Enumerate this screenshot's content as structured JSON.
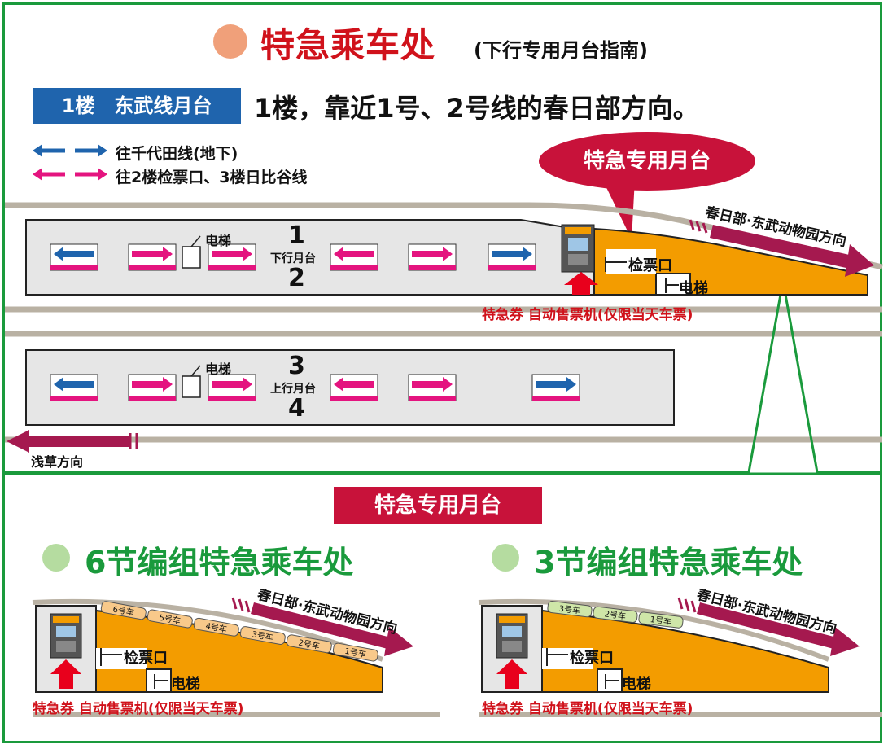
{
  "header": {
    "title": "特急乘车处",
    "subtitle": "(下行专用月台指南)",
    "circle_color": "#f0a07a"
  },
  "floor": {
    "tag": "1楼　东武线月台",
    "description": "1楼，靠近1号、2号线的春日部方向。"
  },
  "legend": {
    "blue_text": "往千代田线(地下)",
    "pink_text": "往2楼检票口、3楼日比谷线",
    "blue_color": "#1f64ad",
    "pink_color": "#e4147f"
  },
  "callout": {
    "label": "特急专用月台"
  },
  "top_diagram": {
    "direction_kasukabe": "春日部·东武动物园方向",
    "direction_asakusa": "浅草方向",
    "platform_a": {
      "num_top": "1",
      "label": "下行月台",
      "num_bottom": "2",
      "elevator": "电梯"
    },
    "platform_b": {
      "num_top": "3",
      "label": "上行月台",
      "num_bottom": "4",
      "elevator": "电梯"
    },
    "ticket_gate": "检票口",
    "elevator": "电梯",
    "ticket_machine": "特急券 自动售票机(仅限当天车票)"
  },
  "band": {
    "label": "特急专用月台"
  },
  "section_6": {
    "title": "6节编组特急乘车处",
    "direction": "春日部·东武动物园方向",
    "cars": [
      "6号车",
      "5号车",
      "4号车",
      "3号车",
      "2号车",
      "1号车"
    ],
    "ticket_gate": "检票口",
    "elevator": "电梯",
    "ticket_machine": "特急券 自动售票机(仅限当天车票)"
  },
  "section_3": {
    "title": "3节编组特急乘车处",
    "direction": "春日部·东武动物园方向",
    "cars": [
      "3号车",
      "2号车",
      "1号车"
    ],
    "ticket_gate": "检票口",
    "elevator": "电梯",
    "ticket_machine": "特急券 自动售票机(仅限当天车票)"
  },
  "colors": {
    "green": "#1a9a3c",
    "red": "#d0121b",
    "crimson": "#c8123a",
    "orange": "#f39c00",
    "grey_platform": "#e6e6e6",
    "track": "#b9b1a3",
    "direction_arrow": "#a5194f"
  }
}
